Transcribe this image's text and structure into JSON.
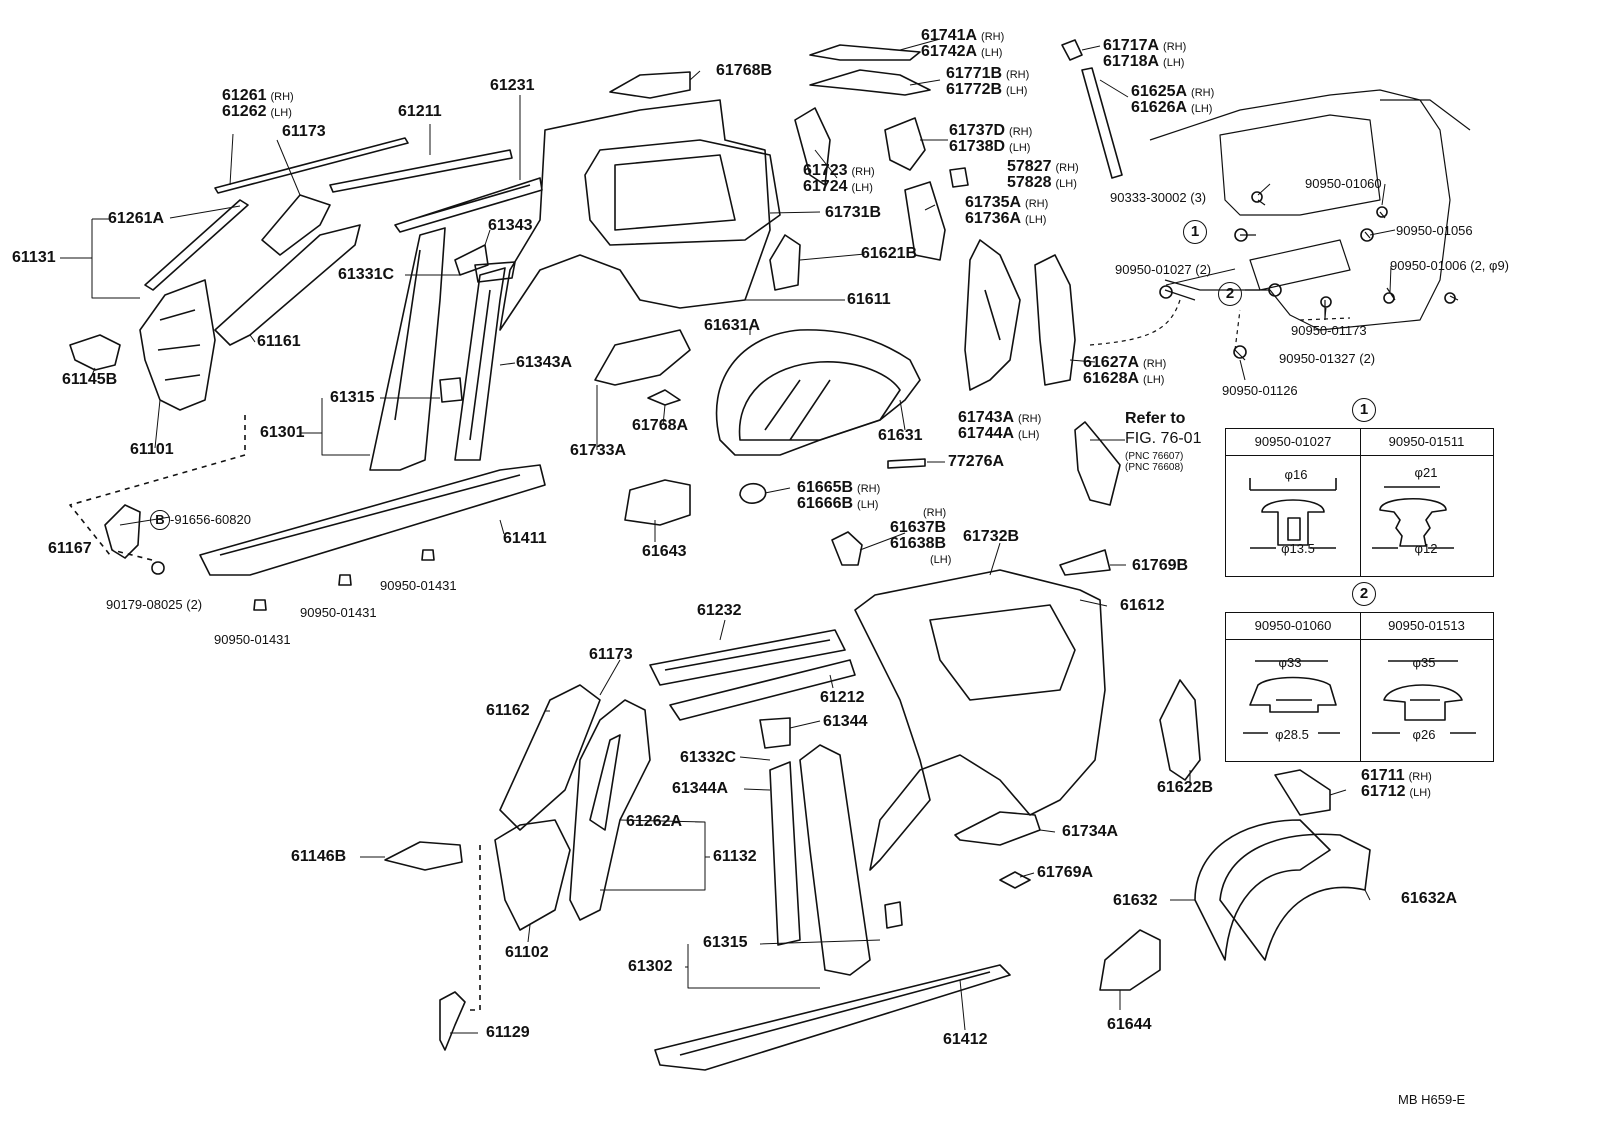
{
  "parts": {
    "p61741A": "61741A",
    "p61742A": "61742A",
    "p61717A": "61717A",
    "p61718A": "61718A",
    "p61768B": "61768B",
    "p61771B": "61771B",
    "p61772B": "61772B",
    "p61625A": "61625A",
    "p61626A": "61626A",
    "p61261": "61261",
    "p61262": "61262",
    "p61211": "61211",
    "p61231": "61231",
    "p61173a": "61173",
    "p61723": "61723",
    "p61724": "61724",
    "p61737D": "61737D",
    "p61738D": "61738D",
    "p57827": "57827",
    "p57828": "57828",
    "p90333": "90333-30002 (3)",
    "p90950_01060": "90950-01060",
    "p61261A": "61261A",
    "p61131": "61131",
    "p61343": "61343",
    "p61731B": "61731B",
    "p61735A": "61735A",
    "p61736A": "61736A",
    "p90950_01056": "90950-01056",
    "p61331C": "61331C",
    "p61621B": "61621B",
    "p90950_01027": "90950-01027 (2)",
    "p90950_01006": "90950-01006 (2, φ9)",
    "p61611": "61611",
    "p61161": "61161",
    "p61631A": "61631A",
    "p90950_01173": "90950-01173",
    "p61145B": "61145B",
    "p61343A": "61343A",
    "p90950_01327": "90950-01327 (2)",
    "p61627A": "61627A",
    "p61628A": "61628A",
    "p90950_01126": "90950-01126",
    "p61315a": "61315",
    "p61301": "61301",
    "p61101": "61101",
    "p61733A": "61733A",
    "p61768A": "61768A",
    "p61743A": "61743A",
    "p61744A": "61744A",
    "p61631": "61631",
    "p77276A": "77276A",
    "p61665B": "61665B",
    "p61666B": "61666B",
    "p91656": "91656-60820",
    "p61411": "61411",
    "p61167": "61167",
    "p61643": "61643",
    "p61637B": "61637B",
    "p61638B": "61638B",
    "p61732B": "61732B",
    "p61769B": "61769B",
    "p90179": "90179-08025 (2)",
    "p90950_01431a": "90950-01431",
    "p90950_01431b": "90950-01431",
    "p90950_01431c": "90950-01431",
    "p61612": "61612",
    "p61232": "61232",
    "p61173b": "61173",
    "p61162": "61162",
    "p61212": "61212",
    "p61344": "61344",
    "p61332C": "61332C",
    "p61344A": "61344A",
    "p61622B": "61622B",
    "p61711": "61711",
    "p61712": "61712",
    "p61262A": "61262A",
    "p61132": "61132",
    "p61146B": "61146B",
    "p61734A": "61734A",
    "p61769A": "61769A",
    "p61102": "61102",
    "p61632": "61632",
    "p61632A": "61632A",
    "p61315b": "61315",
    "p61302": "61302",
    "p61644": "61644",
    "p61129": "61129",
    "p61412": "61412"
  },
  "side": {
    "rh": "(RH)",
    "lh": "(LH)"
  },
  "refer": {
    "line1": "Refer to",
    "line2": "FIG. 76-01",
    "pnc1": "(PNC 76607)",
    "pnc2": "(PNC 76608)"
  },
  "markers": {
    "one": "1",
    "two": "2",
    "b": "B"
  },
  "table1": {
    "left_head": "90950-01027",
    "right_head": "90950-01511",
    "left_top": "φ16",
    "left_bottom": "φ13.5",
    "right_top": "φ21",
    "right_bottom": "φ12"
  },
  "table2": {
    "left_head": "90950-01060",
    "right_head": "90950-01513",
    "left_top": "φ33",
    "left_bottom": "φ28.5",
    "right_top": "φ35",
    "right_bottom": "φ26"
  },
  "footer": "MB  H659-E"
}
